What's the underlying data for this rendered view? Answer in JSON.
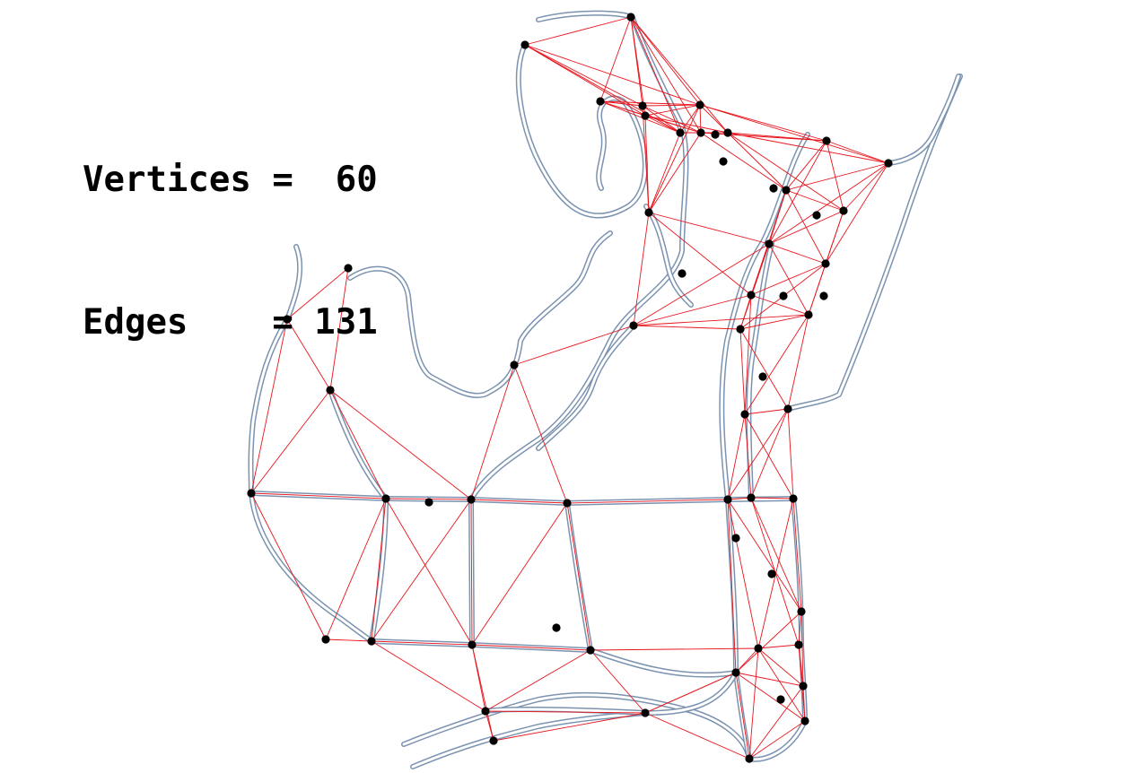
{
  "stats": {
    "vertices_label": "Vertices",
    "vertices_value": "60",
    "edges_label": "Edges",
    "edges_value": "131"
  },
  "colors": {
    "edge": "#e8141c",
    "vertex": "#000000",
    "road_casing": "#7b93b0",
    "road_fill": "#ffffff",
    "background": "#ffffff"
  }
}
